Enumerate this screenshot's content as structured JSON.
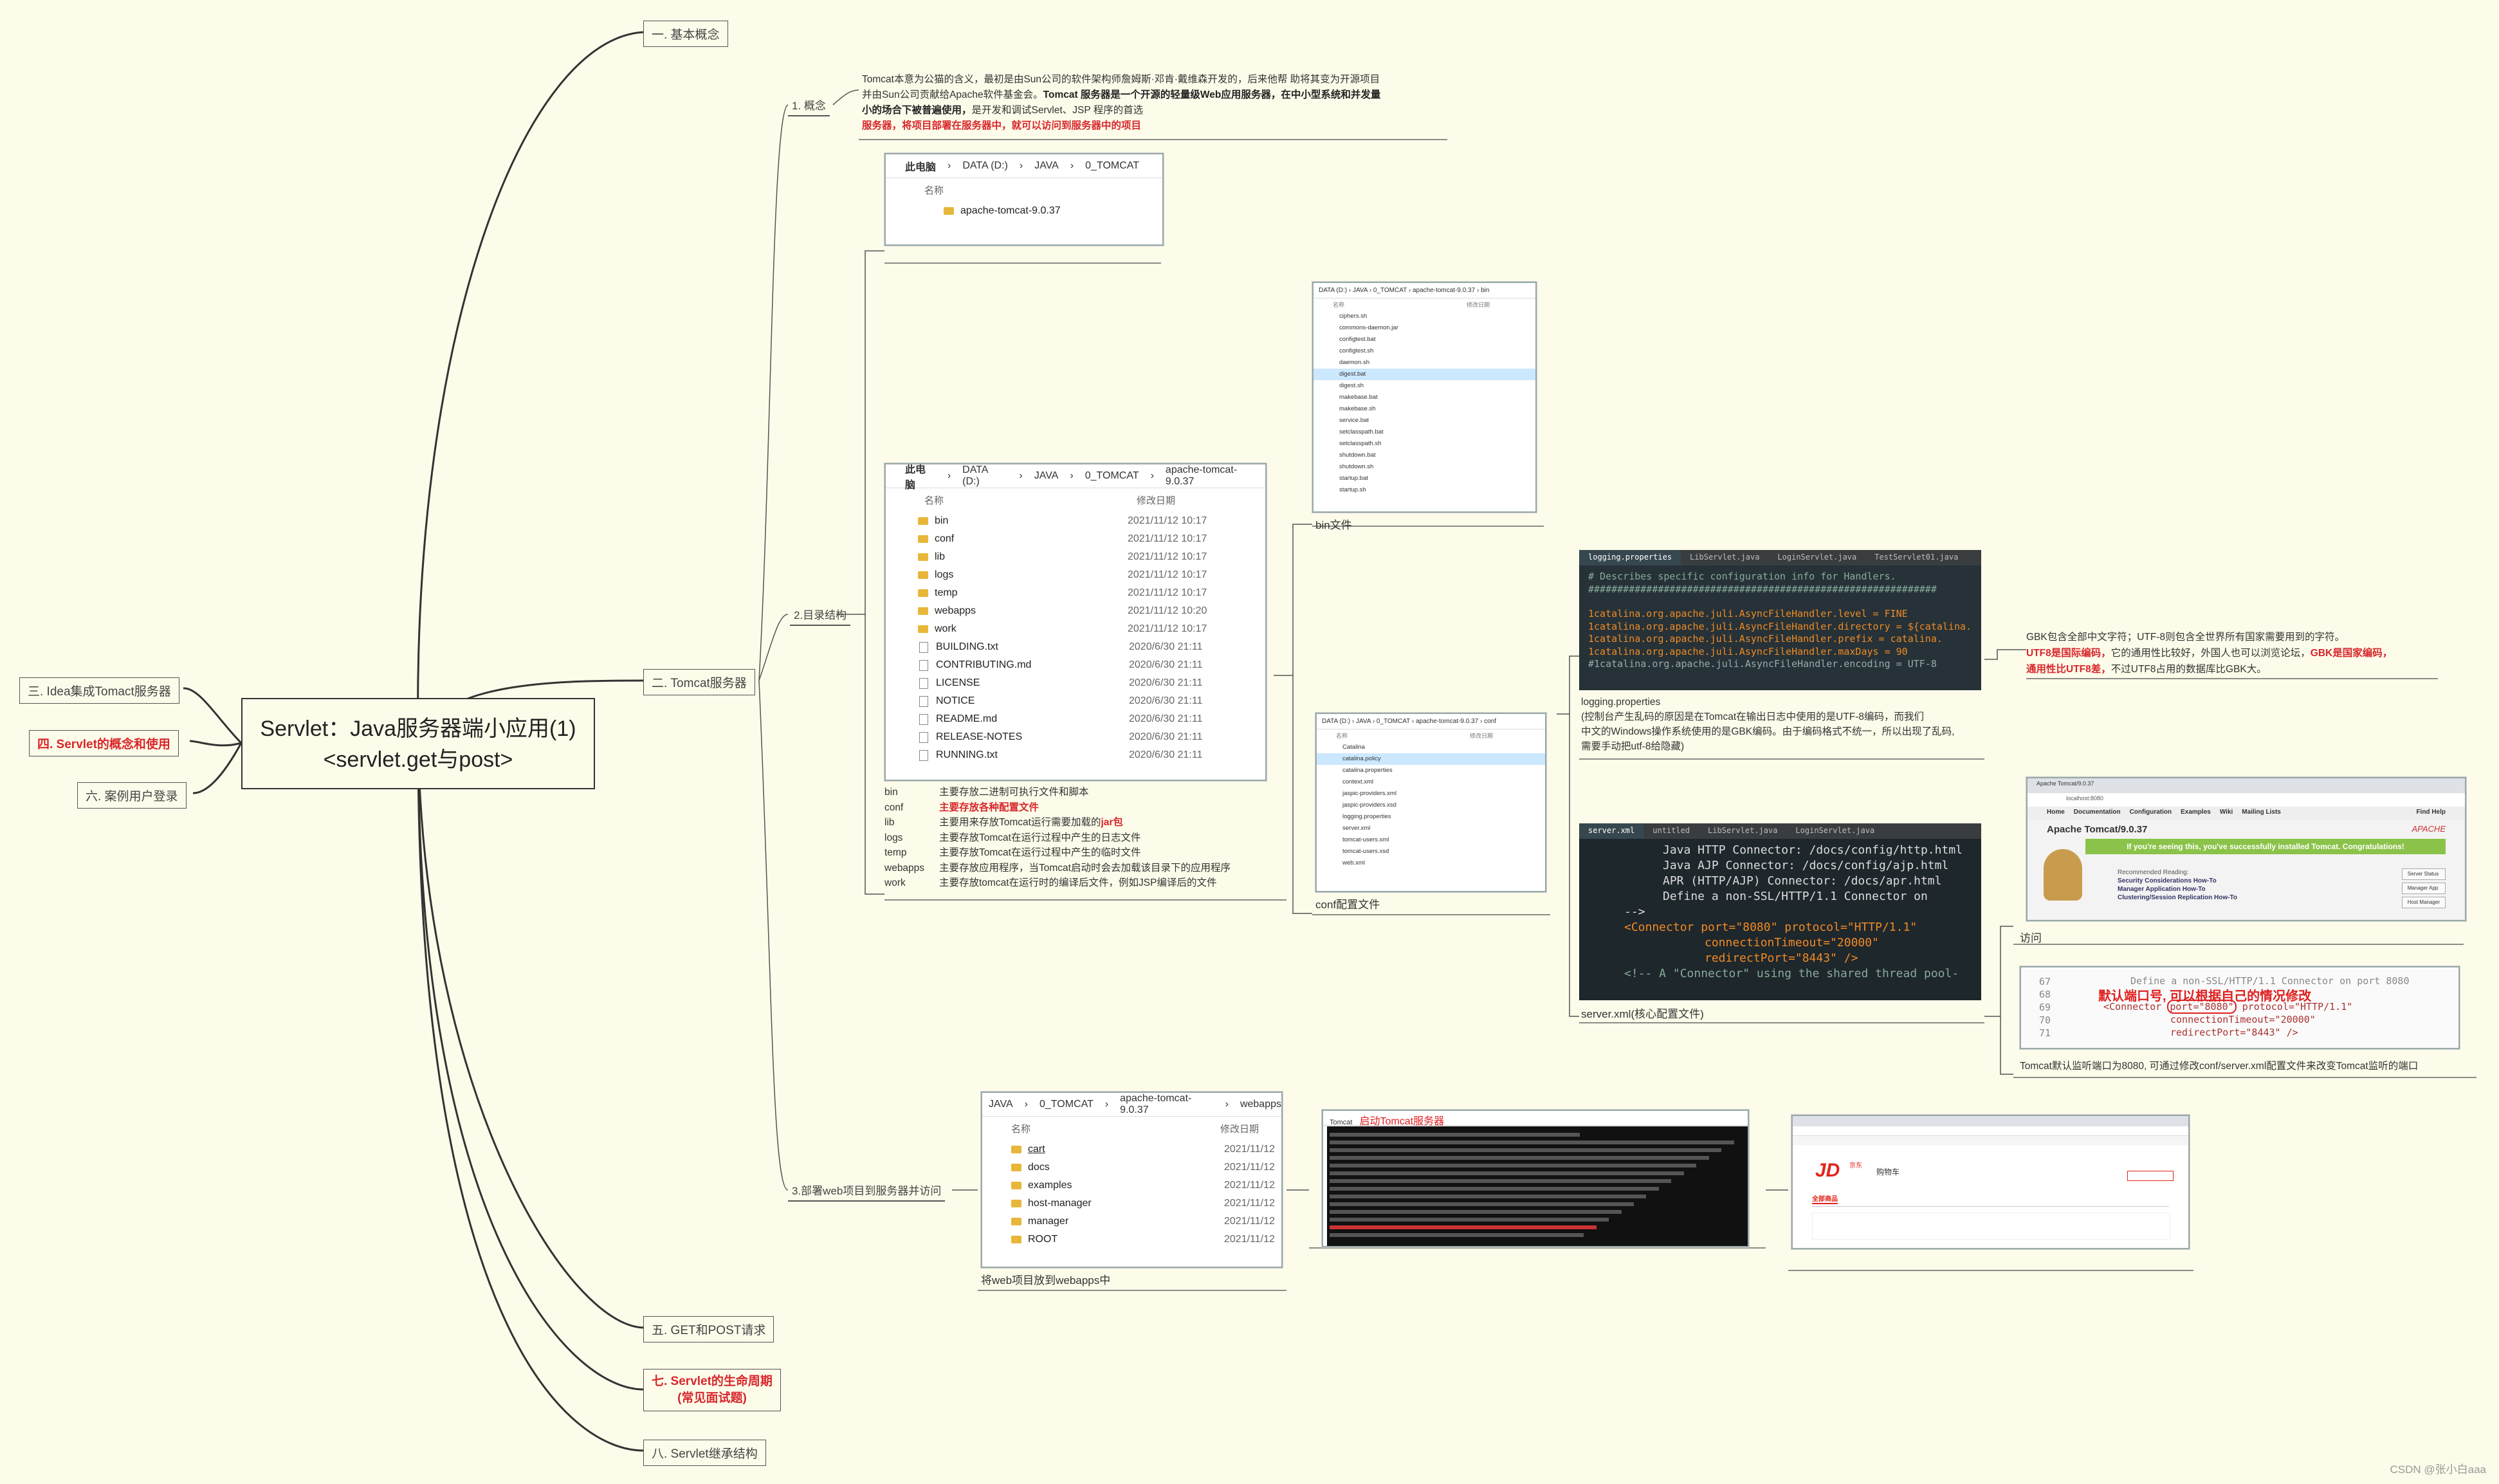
{
  "central": {
    "line1": "Servlet：Java服务器端小应用(1)",
    "line2": "<servlet.get与post>"
  },
  "left": {
    "n3": "三. Idea集成Tomact服务器",
    "n4": "四. Servlet的概念和使用",
    "n6": "六. 案例用户登录"
  },
  "right": {
    "n1": "一. 基本概念",
    "n2": "二. Tomcat服务器",
    "n5": "五. GET和POST请求",
    "n7a": "七. Servlet的生命周期",
    "n7b": "(常见面试题)",
    "n8": "八. Servlet继承结构"
  },
  "tomcat": {
    "s1": "1. 概念",
    "s2": "2.目录结构",
    "s3": "3.部署web项目到服务器并访问",
    "concept": {
      "l1": "Tomcat本意为公猫的含义，最初是由Sun公司的软件架构师詹姆斯·邓肯·戴维森开发的，后来他帮 助将其变为开源项目",
      "l2": "并由Sun公司贡献给Apache软件基金会。",
      "l2b": "Tomcat 服务器是一个开源的轻量级Web应用服务器，在中小型系统和并发量",
      "l3b": "小的场合下被普遍使用，",
      "l3": "是开发和调试Servlet、JSP 程序的首选",
      "l4": "服务器，将项目部署在服务器中，就可以访问到服务器中的项目"
    },
    "explorer1": {
      "path": [
        "此电脑",
        "DATA (D:)",
        "JAVA",
        "0_TOMCAT"
      ],
      "col": "名称",
      "item": "apache-tomcat-9.0.37"
    },
    "explorer2": {
      "path": [
        "此电脑",
        "DATA (D:)",
        "JAVA",
        "0_TOMCAT",
        "apache-tomcat-9.0.37"
      ],
      "col_name": "名称",
      "col_date": "修改日期",
      "rows": [
        {
          "name": "bin",
          "date": "2021/11/12 10:17",
          "t": "f"
        },
        {
          "name": "conf",
          "date": "2021/11/12 10:17",
          "t": "f"
        },
        {
          "name": "lib",
          "date": "2021/11/12 10:17",
          "t": "f"
        },
        {
          "name": "logs",
          "date": "2021/11/12 10:17",
          "t": "f"
        },
        {
          "name": "temp",
          "date": "2021/11/12 10:17",
          "t": "f"
        },
        {
          "name": "webapps",
          "date": "2021/11/12 10:20",
          "t": "f"
        },
        {
          "name": "work",
          "date": "2021/11/12 10:17",
          "t": "f"
        },
        {
          "name": "BUILDING.txt",
          "date": "2020/6/30 21:11",
          "t": "d"
        },
        {
          "name": "CONTRIBUTING.md",
          "date": "2020/6/30 21:11",
          "t": "d"
        },
        {
          "name": "LICENSE",
          "date": "2020/6/30 21:11",
          "t": "d"
        },
        {
          "name": "NOTICE",
          "date": "2020/6/30 21:11",
          "t": "d"
        },
        {
          "name": "README.md",
          "date": "2020/6/30 21:11",
          "t": "d"
        },
        {
          "name": "RELEASE-NOTES",
          "date": "2020/6/30 21:11",
          "t": "d"
        },
        {
          "name": "RUNNING.txt",
          "date": "2020/6/30 21:11",
          "t": "d"
        }
      ]
    },
    "dirs": [
      {
        "k": "bin",
        "v": "主要存放二进制可执行文件和脚本",
        "red": false
      },
      {
        "k": "conf",
        "v": "主要存放各种配置文件",
        "red": true
      },
      {
        "k": "lib",
        "v": "主要用来存放Tomcat运行需要加载的",
        "v2": "jar包",
        "red": false
      },
      {
        "k": "logs",
        "v": "主要存放Tomcat在运行过程中产生的日志文件",
        "red": false
      },
      {
        "k": "temp",
        "v": "主要存放Tomcat在运行过程中产生的临时文件",
        "red": false
      },
      {
        "k": "webapps",
        "v": "主要存放应用程序，当Tomcat启动时会去加载该目录下的应用程序",
        "red": false
      },
      {
        "k": "work",
        "v": "主要存放tomcat在运行时的编译后文件，例如JSP编译后的文件",
        "red": false
      }
    ],
    "bin_caption": "bin文件",
    "bin_files": [
      "ciphers.sh",
      "commons-daemon.jar",
      "configtest.bat",
      "configtest.sh",
      "daemon.sh",
      "digest.bat",
      "digest.sh",
      "makebase.bat",
      "makebase.sh",
      "service.bat",
      "setclasspath.bat",
      "setclasspath.sh",
      "shutdown.bat",
      "shutdown.sh",
      "startup.bat",
      "startup.sh"
    ],
    "bin_path": "DATA (D:) › JAVA › 0_TOMCAT › apache-tomcat-9.0.37 › bin",
    "conf_caption": "conf配置文件",
    "conf_path": "DATA (D:) › JAVA › 0_TOMCAT › apache-tomcat-9.0.37 › conf",
    "conf_files": [
      "Catalina",
      "catalina.policy",
      "catalina.properties",
      "context.xml",
      "jaspic-providers.xml",
      "jaspic-providers.xsd",
      "logging.properties",
      "server.xml",
      "tomcat-users.xml",
      "tomcat-users.xsd",
      "web.xml"
    ],
    "logging": {
      "tabs": [
        "logging.properties",
        "LibServlet.java",
        "LoginServlet.java",
        "TestServlet01.java"
      ],
      "lines": [
        "# Describes specific configuration info for Handlers.",
        "############################################################",
        "",
        "1catalina.org.apache.juli.AsyncFileHandler.level = FINE",
        "1catalina.org.apache.juli.AsyncFileHandler.directory = ${catalina.",
        "1catalina.org.apache.juli.AsyncFileHandler.prefix = catalina.",
        "1catalina.org.apache.juli.AsyncFileHandler.maxDays = 90",
        "#1catalina.org.apache.juli.AsyncFileHandler.encoding = UTF-8"
      ],
      "caption": "logging.properties",
      "note1": "(控制台产生乱码的原因是在Tomcat在输出日志中使用的是UTF-8编码，而我们",
      "note2": "中文的Windows操作系统使用的是GBK编码。由于编码格式不统一，所以出现了乱码,",
      "note3": "需要手动把utf-8给隐藏)"
    },
    "gbk": {
      "l1": "GBK包含全部中文字符；UTF-8则包含全世界所有国家需要用到的字符。",
      "l2a": "UTF8是国际编码，",
      "l2b": "它的通用性比较好，外国人也可以浏览论坛，",
      "l2c": "GBK是国家编码，",
      "l3a": "通用性比UTF8差，",
      "l3b": "不过UTF8占用的数据库比GBK大。"
    },
    "server": {
      "tab": "server.xml",
      "lines": [
        "Java HTTP Connector: /docs/config/http.html",
        "Java AJP  Connector: /docs/config/ajp.html",
        "APR (HTTP/AJP) Connector: /docs/apr.html",
        "Define a non-SSL/HTTP/1.1 Connector on"
      ],
      "arrow": "-->",
      "c1": "<Connector port=\"8080\" protocol=\"HTTP/1.1\"",
      "c2": "connectionTimeout=\"20000\"",
      "c3": "redirectPort=\"8443\" />",
      "c4": "<!-- A \"Connector\" using the shared thread pool-",
      "caption": "server.xml(核心配置文件)"
    },
    "browser": {
      "tab": "Apache Tomcat/9.0.37",
      "url": "localhost:8080",
      "nav": [
        "Home",
        "Documentation",
        "Configuration",
        "Examples",
        "Wiki",
        "Mailing Lists"
      ],
      "find": "Find Help",
      "title": "Apache Tomcat/9.0.37",
      "apache": "APACHE",
      "banner": "If you're seeing this, you've successfully installed Tomcat. Congratulations!",
      "rec": "Recommended Reading:",
      "r1": "Security Considerations How-To",
      "r2": "Manager Application How-To",
      "r3": "Clustering/Session Replication How-To",
      "b1": "Server Status",
      "b2": "Manager App",
      "b3": "Host Manager",
      "caption": "访问"
    },
    "port": {
      "nums": [
        "67",
        "68",
        "69",
        "70",
        "71"
      ],
      "l1": "Define a non-SSL/HTTP/1.1 Connector on port 8080",
      "red": "默认端口号, 可以根据自己的情况修改",
      "c1a": "<Connector ",
      "c1b": "port=\"8080\"",
      "c1c": " protocol=\"HTTP/1.1\"",
      "c2": "connectionTimeout=\"20000\"",
      "c3": "redirectPort=\"8443\" />",
      "caption": "Tomcat默认监听端口为8080, 可通过修改conf/server.xml配置文件来改变Tomcat监听的端口"
    },
    "webapps": {
      "path": [
        "JAVA",
        "0_TOMCAT",
        "apache-tomcat-9.0.37",
        "webapps"
      ],
      "col_name": "名称",
      "col_date": "修改日期",
      "rows": [
        {
          "name": "cart",
          "date": "2021/11/12"
        },
        {
          "name": "docs",
          "date": "2021/11/12"
        },
        {
          "name": "examples",
          "date": "2021/11/12"
        },
        {
          "name": "host-manager",
          "date": "2021/11/12"
        },
        {
          "name": "manager",
          "date": "2021/11/12"
        },
        {
          "name": "ROOT",
          "date": "2021/11/12"
        }
      ],
      "caption": "将web项目放到webapps中"
    },
    "console": {
      "title": "Tomcat",
      "red": "启动Tomcat服务器"
    },
    "jd": {
      "logo": "JD",
      "sub": "京东",
      "cart": "购物车",
      "all": "全部商品"
    }
  },
  "watermark": "CSDN @张小白aaa"
}
